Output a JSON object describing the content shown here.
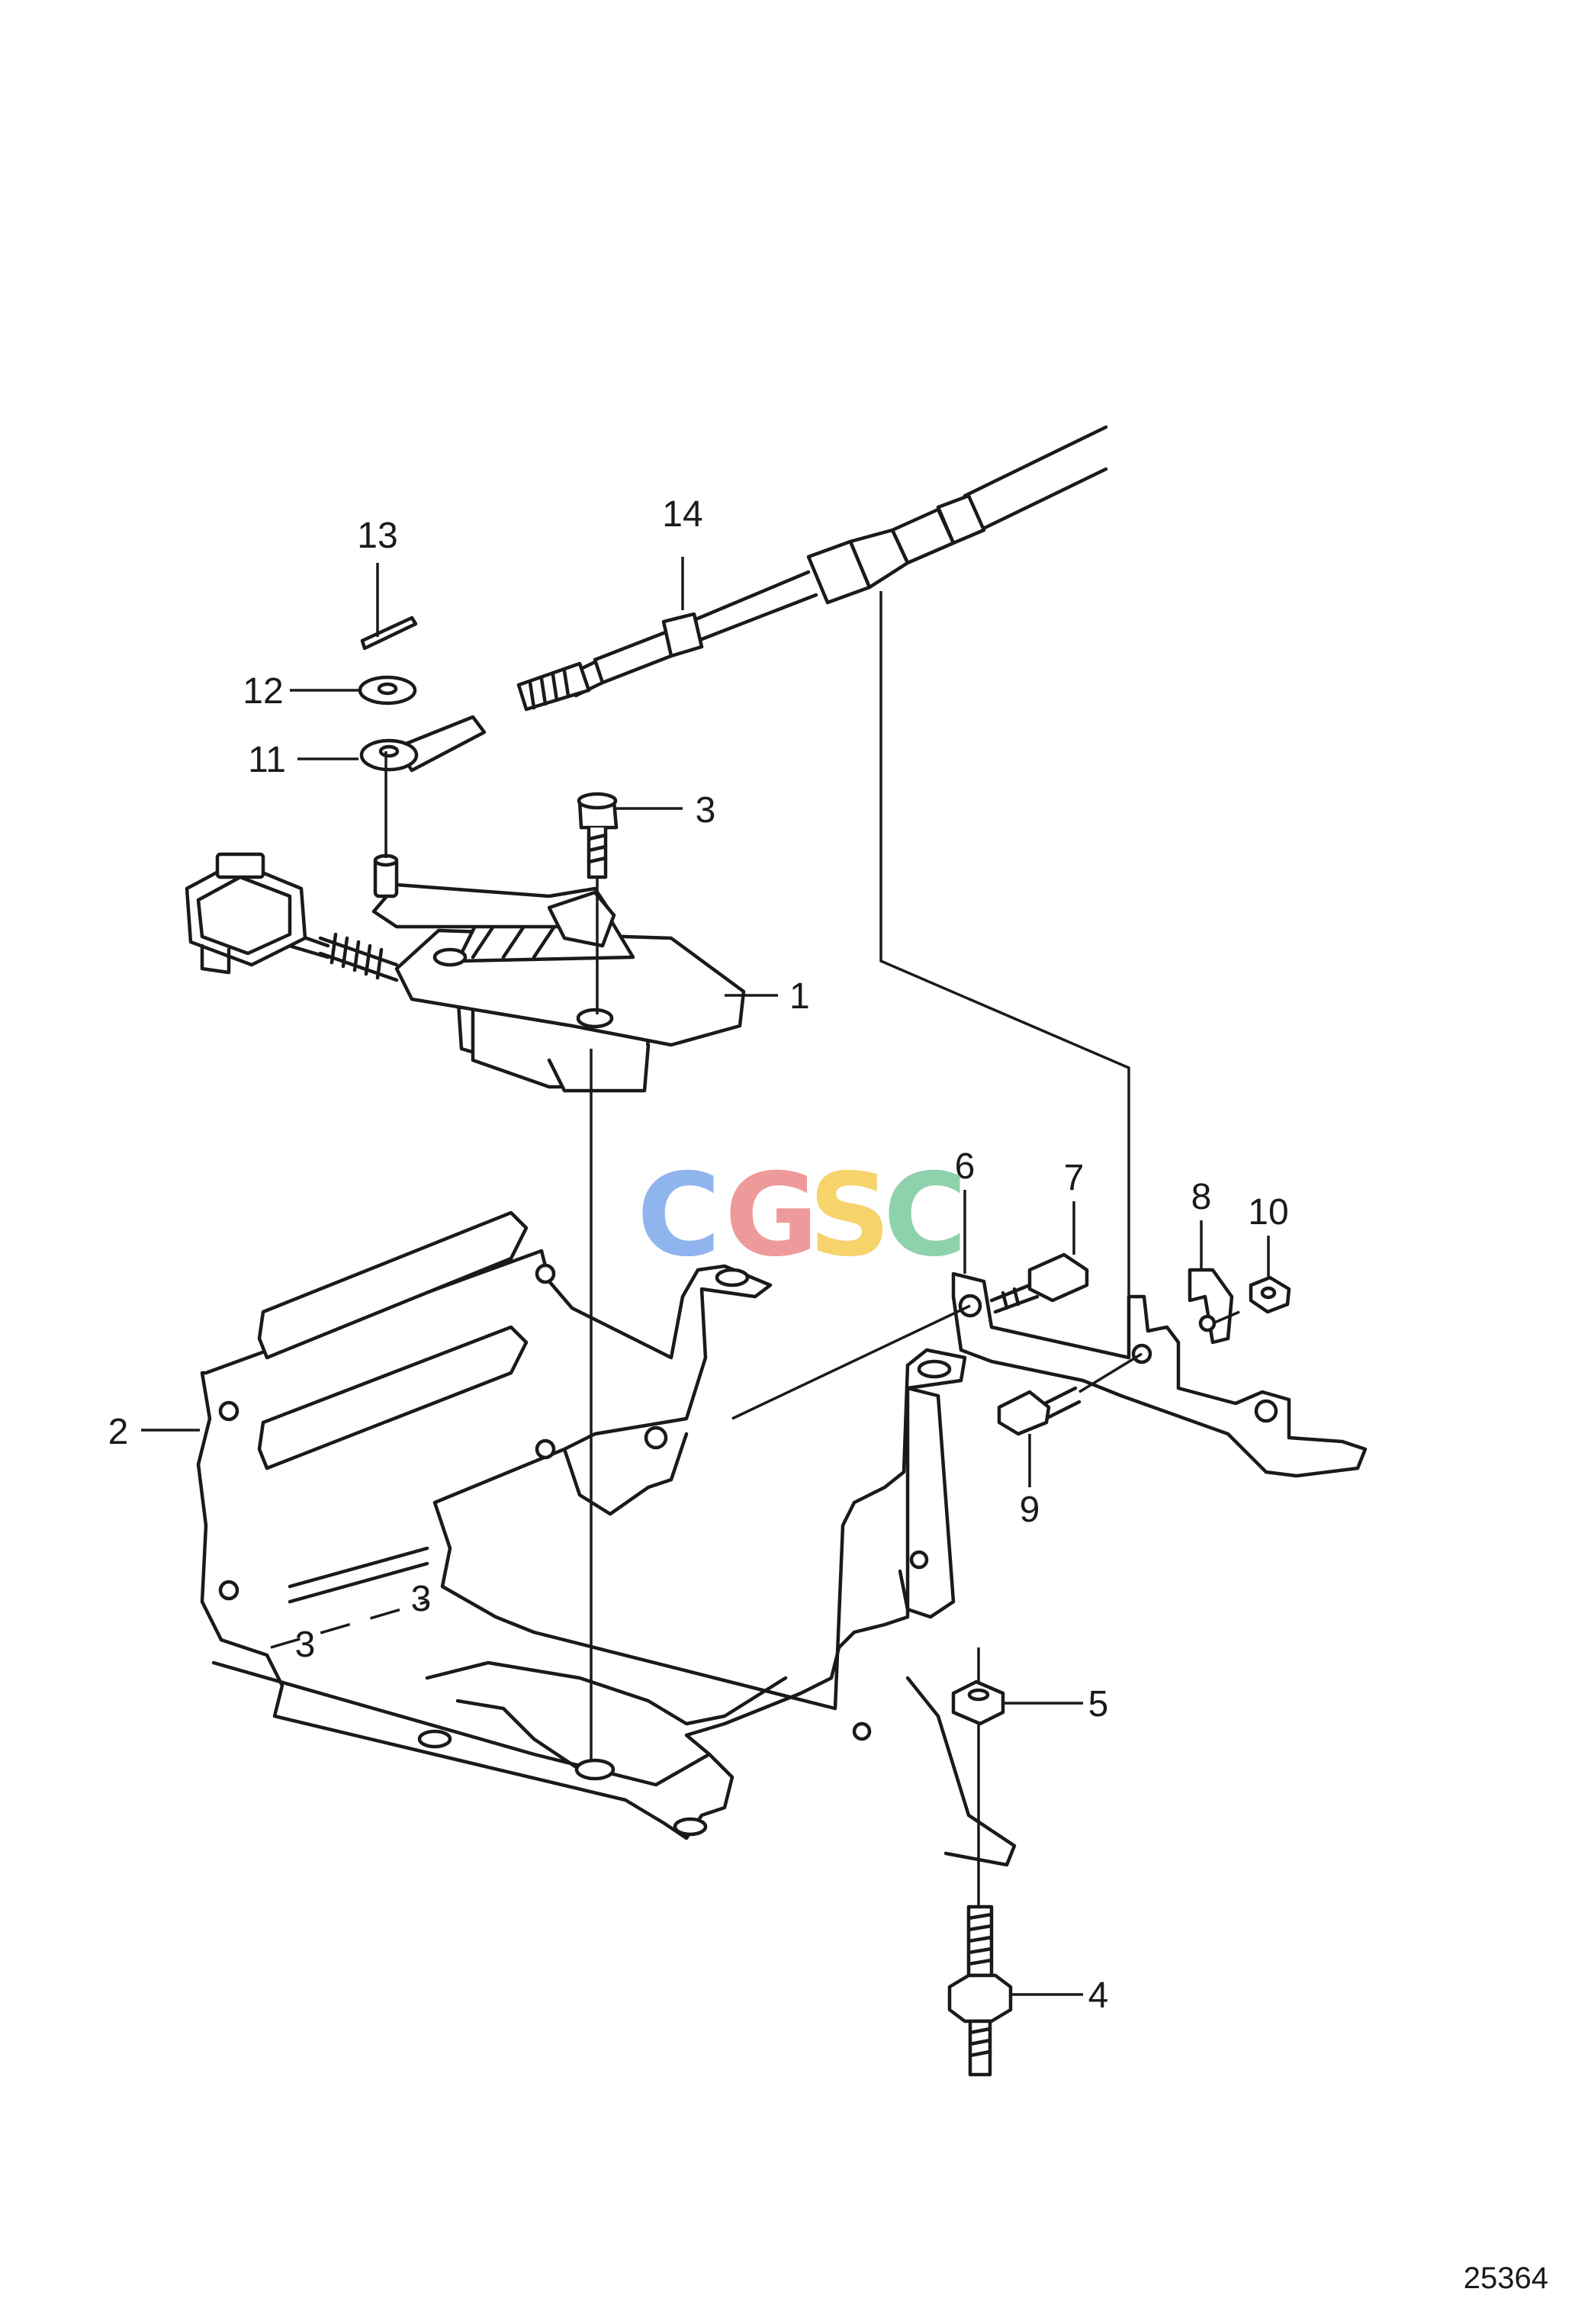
{
  "callouts": {
    "c1": "1",
    "c2": "2",
    "c3a": "3",
    "c3b": "3",
    "c3c": "3",
    "c4": "4",
    "c5": "5",
    "c6": "6",
    "c7": "7",
    "c8": "8",
    "c9": "9",
    "c10": "10",
    "c11": "11",
    "c12": "12",
    "c13": "13",
    "c14": "14"
  },
  "watermark": {
    "letters": [
      "C",
      "G",
      "S",
      "C"
    ],
    "colors": [
      "#8fb4ee",
      "#ef9a9a",
      "#f6d46b",
      "#8ed1ad"
    ]
  },
  "figure_number": "25364"
}
